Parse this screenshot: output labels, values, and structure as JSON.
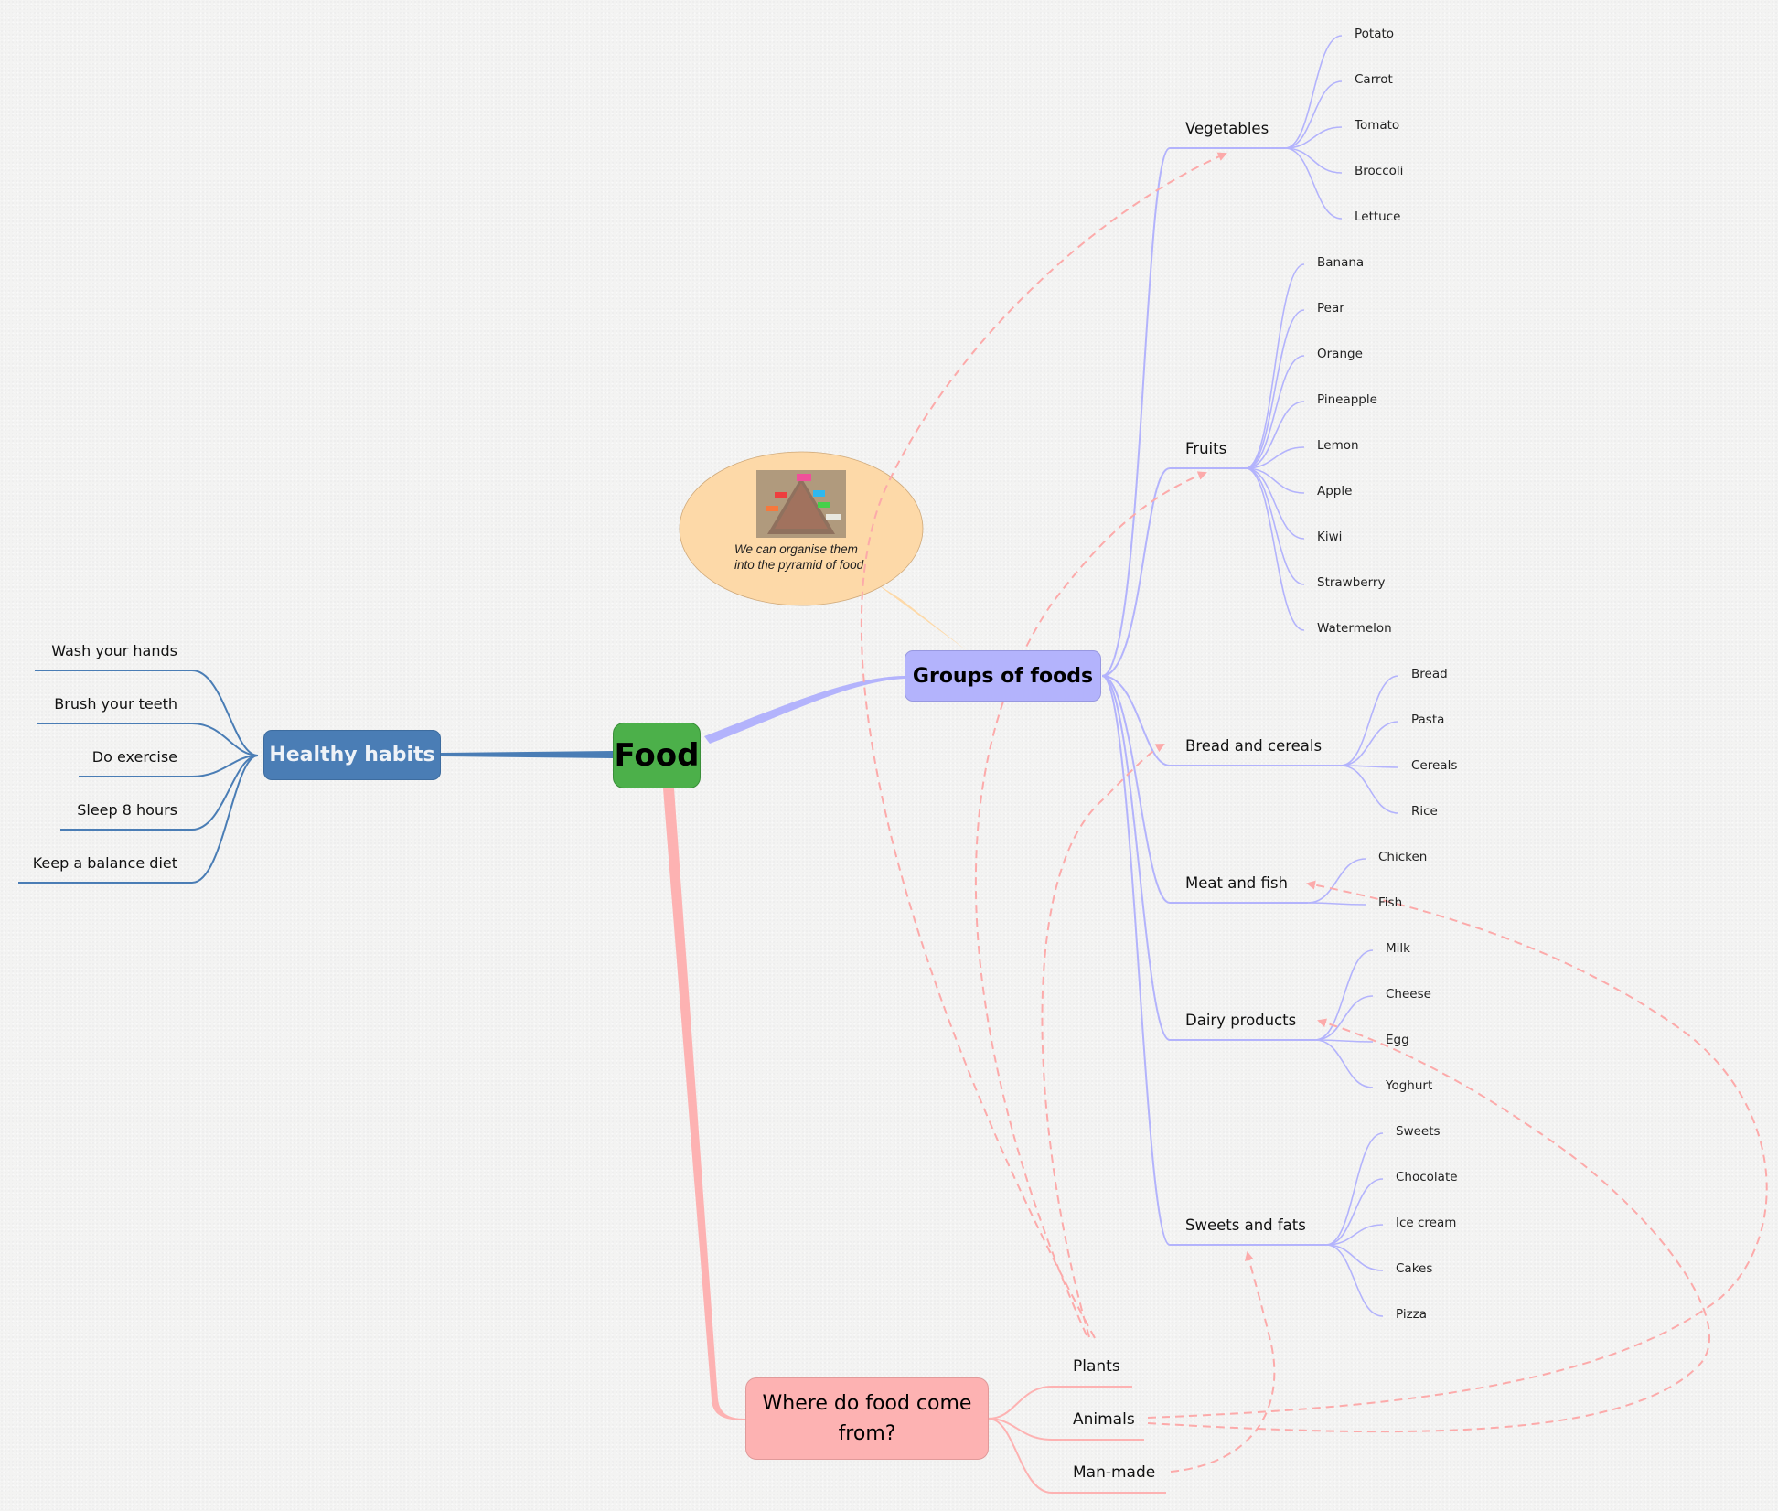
{
  "central": {
    "label": "Food",
    "color": "#4cb04a"
  },
  "healthy_habits": {
    "label": "Healthy habits",
    "color": "#4a7db5",
    "items": [
      "Wash your hands",
      "Brush your teeth",
      "Do exercise",
      "Sleep 8 hours",
      "Keep a balance diet"
    ]
  },
  "groups": {
    "label": "Groups of foods",
    "color": "#b3b3fc",
    "callout": {
      "text": "We can organise them into the pyramid of food",
      "image_alt": "pyramid-of-food-photo",
      "color": "#fdd9a8"
    },
    "categories": [
      {
        "label": "Vegetables",
        "items": [
          "Potato",
          "Carrot",
          "Tomato",
          "Broccoli",
          "Lettuce"
        ]
      },
      {
        "label": "Fruits",
        "items": [
          "Banana",
          "Pear",
          "Orange",
          "Pineapple",
          "Lemon",
          "Apple",
          "Kiwi",
          "Strawberry",
          "Watermelon"
        ]
      },
      {
        "label": "Bread and cereals",
        "items": [
          "Bread",
          "Pasta",
          "Cereals",
          "Rice"
        ]
      },
      {
        "label": "Meat and fish",
        "items": [
          "Chicken",
          "Fish"
        ]
      },
      {
        "label": "Dairy products",
        "items": [
          "Milk",
          "Cheese",
          "Egg",
          "Yoghurt"
        ]
      },
      {
        "label": "Sweets and fats",
        "items": [
          "Sweets",
          "Chocolate",
          "Ice cream",
          "Cakes",
          "Pizza"
        ]
      }
    ]
  },
  "where": {
    "label": "Where do food come from?",
    "color": "#fdb2b2",
    "items": [
      "Plants",
      "Animals",
      "Man-made"
    ]
  },
  "relationships": [
    {
      "from": "Plants",
      "to": "Vegetables"
    },
    {
      "from": "Plants",
      "to": "Fruits"
    },
    {
      "from": "Plants",
      "to": "Bread and cereals"
    },
    {
      "from": "Animals",
      "to": "Meat and fish"
    },
    {
      "from": "Animals",
      "to": "Dairy products"
    },
    {
      "from": "Man-made",
      "to": "Sweets and fats"
    }
  ],
  "relationship_color": "#fcaaaa"
}
